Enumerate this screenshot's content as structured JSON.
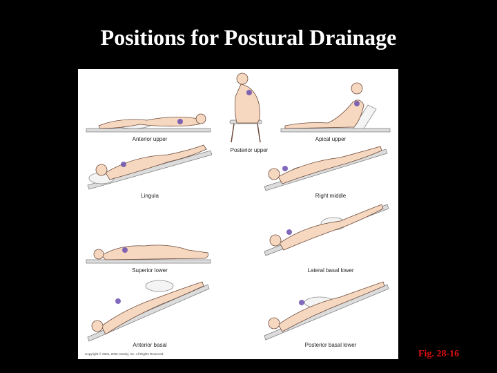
{
  "title": "Positions for Postural Drainage",
  "figure_ref": "Fig. 28-16",
  "copyright": "Copyright © 2004, 2000, Mosby, Inc. All Rights Reserved.",
  "positions": [
    {
      "label": "Anterior upper"
    },
    {
      "label": "Posterior upper"
    },
    {
      "label": "Apical upper"
    },
    {
      "label": "Lingula"
    },
    {
      "label": "Right middle"
    },
    {
      "label": "Superior lower"
    },
    {
      "label": "Lateral basal lower"
    },
    {
      "label": "Anterior basal"
    },
    {
      "label": "Posterior basal lower"
    }
  ],
  "colors": {
    "background": "#000000",
    "title": "#ffffff",
    "figure_ref": "#e01010",
    "lung_segment": "#6a4fb0"
  }
}
